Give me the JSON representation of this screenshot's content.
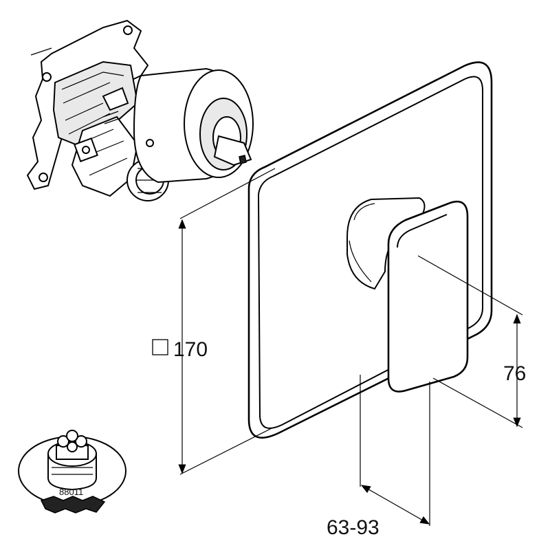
{
  "dimensions": {
    "plate_size": "170",
    "plate_size_symbol": "□",
    "lever_height": "76",
    "depth_range": "63-93"
  },
  "part_number": "88011",
  "colors": {
    "line": "#000000",
    "background": "#ffffff"
  }
}
